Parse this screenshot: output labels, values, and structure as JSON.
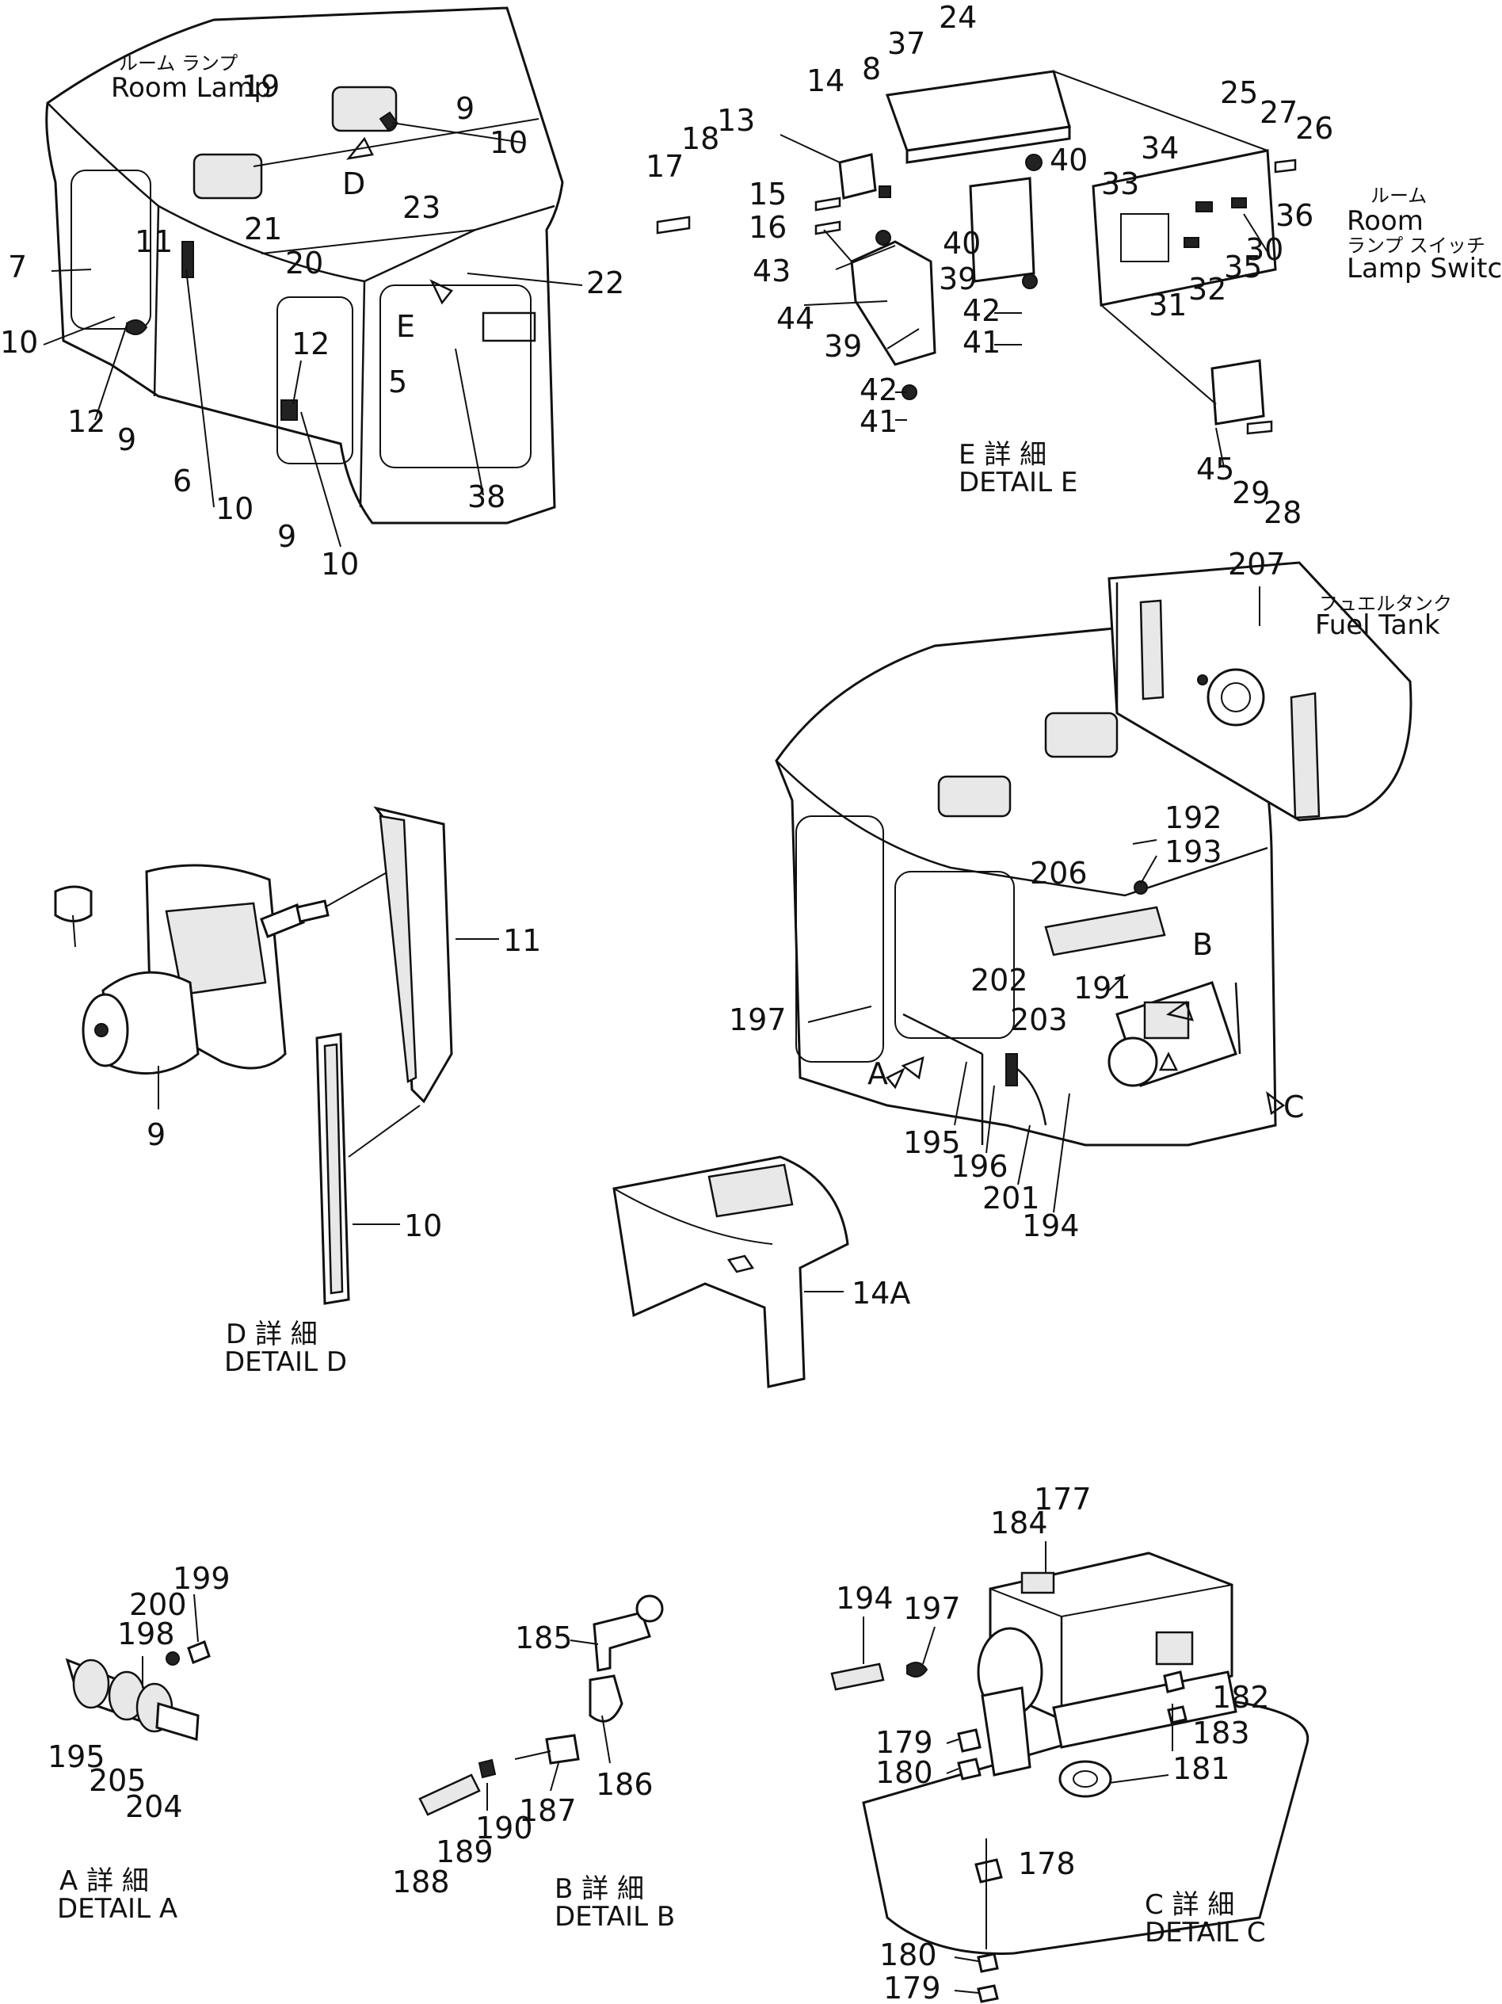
{
  "detail_d": {
    "room_lamp_jp": "ルーム ランプ",
    "room_lamp_en": "Room Lamp",
    "caption_jp": "D 詳 細",
    "caption_en": "DETAIL D",
    "arrow": "D",
    "arrow_e": "E",
    "callouts": [
      "19",
      "9",
      "10",
      "23",
      "21",
      "20",
      "22",
      "7",
      "11",
      "10",
      "12",
      "9",
      "6",
      "10",
      "5",
      "12",
      "38",
      "9",
      "10"
    ],
    "detail_callouts": [
      "9",
      "11",
      "10"
    ]
  },
  "detail_e": {
    "caption_jp": "E 詳 細",
    "caption_en": "DETAIL E",
    "room_lamp_switch_jp1": "ルーム",
    "room_lamp_switch_en1": "Room",
    "room_lamp_switch_jp2": "ランプ スイッチ",
    "room_lamp_switch_en2": "Lamp Switch",
    "callouts": [
      "24",
      "37",
      "8",
      "14",
      "13",
      "18",
      "17",
      "15",
      "16",
      "40",
      "40",
      "39",
      "39",
      "43",
      "44",
      "42",
      "41",
      "42",
      "41",
      "25",
      "27",
      "26",
      "34",
      "33",
      "36",
      "30",
      "35",
      "32",
      "31",
      "45",
      "29",
      "28"
    ]
  },
  "main": {
    "fuel_tank_jp": "フュエルタンク",
    "fuel_tank_en": "Fuel Tank",
    "callouts": [
      "207",
      "192",
      "193",
      "206",
      "B",
      "191",
      "202",
      "203",
      "197",
      "A",
      "195",
      "196",
      "201",
      "194",
      "C",
      "14A"
    ]
  },
  "detail_a": {
    "caption_jp": "A 詳 細",
    "caption_en": "DETAIL A",
    "callouts": [
      "199",
      "200",
      "198",
      "195",
      "205",
      "204"
    ]
  },
  "detail_b": {
    "caption_jp": "B 詳 細",
    "caption_en": "DETAIL B",
    "callouts": [
      "185",
      "186",
      "187",
      "190",
      "189",
      "188"
    ]
  },
  "detail_c": {
    "caption_jp": "C 詳 細",
    "caption_en": "DETAIL C",
    "callouts": [
      "177",
      "184",
      "194",
      "197",
      "182",
      "183",
      "179",
      "180",
      "181",
      "178",
      "180",
      "179"
    ]
  }
}
